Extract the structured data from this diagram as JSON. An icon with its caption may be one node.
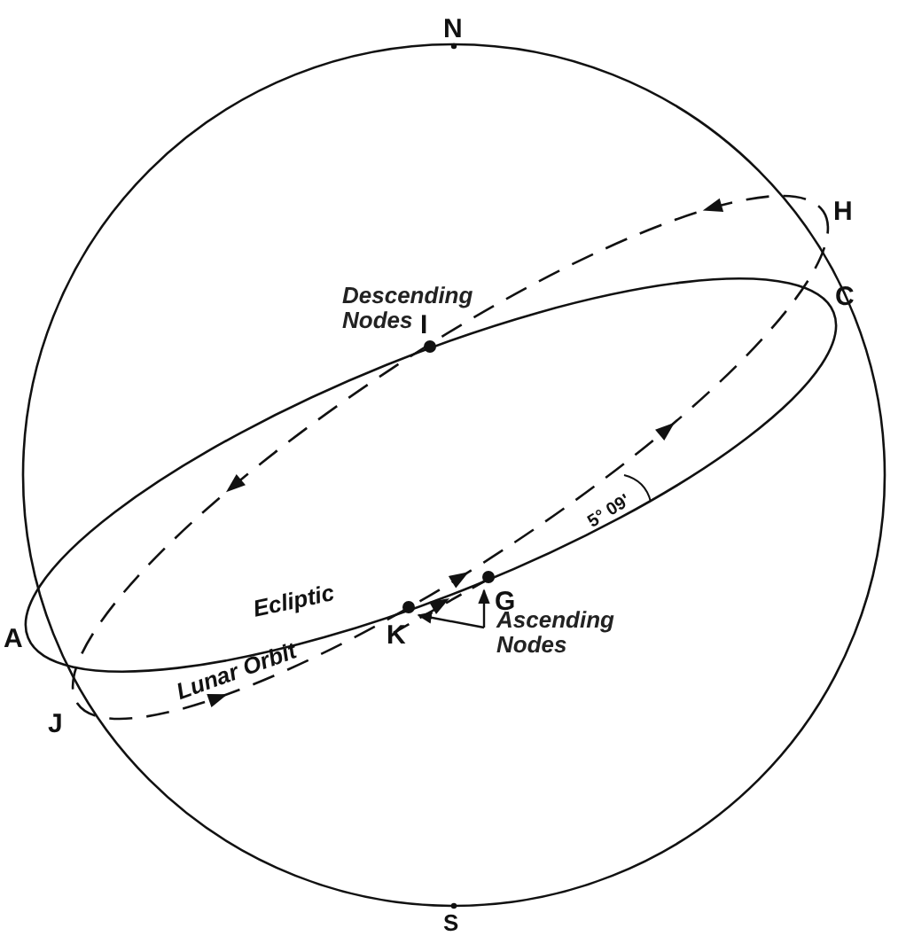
{
  "diagram": {
    "nodes": [
      {
        "text": [],
        "shape": "circle"
      },
      {
        "text": [],
        "shape": "circle"
      },
      {
        "text": [],
        "shape": "circle"
      },
      {
        "text": [
          "Ascending Nodes"
        ]
      }
    ],
    "edges": [
      {
        "from": 3,
        "to": 1,
        "arrow": "to"
      },
      {
        "from": 3,
        "to": 2,
        "arrow": "to"
      }
    ],
    "labels": [
      "N",
      "H",
      "Descending Nodes",
      "C",
      "I",
      "A",
      "K",
      "G",
      "J",
      "S",
      "Ecliptic",
      "Lunar Orbit",
      "5° 09'"
    ]
  }
}
